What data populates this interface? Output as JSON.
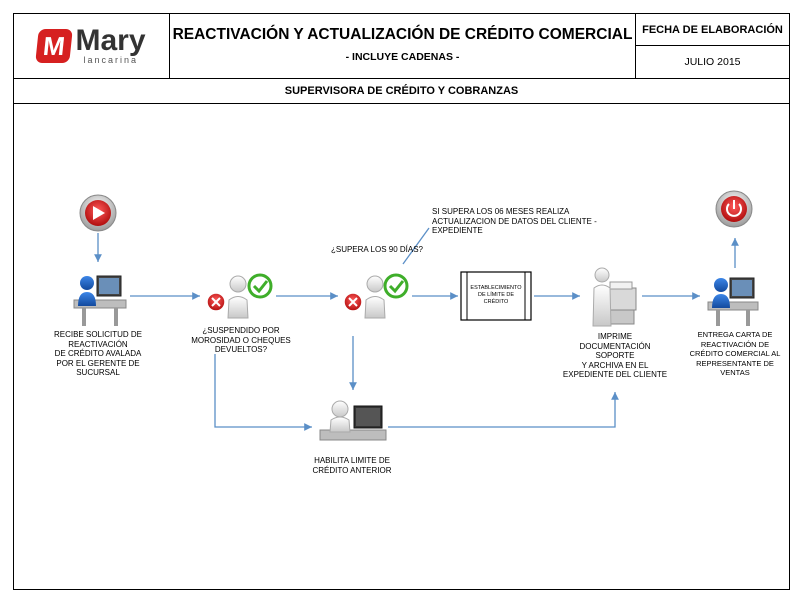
{
  "header": {
    "logo_letter": "M",
    "logo_word": "Mary",
    "logo_sub": "lancarina",
    "title": "REACTIVACIÓN  Y ACTUALIZACIÓN  DE CRÉDITO COMERCIAL",
    "subtitle": "- INCLUYE CADENAS -",
    "date_label": "FECHA DE ELABORACIÓN",
    "date_value": "JULIO 2015",
    "section": "SUPERVISORA DE CRÉDITO Y COBRANZAS"
  },
  "flow": {
    "step1": "RECIBE SOLICITUD DE\nREACTIVACIÓN\nDE CRÉDITO AVALADA\nPOR EL GERENTE DE\nSUCURSAL",
    "decision1": "¿SUSPENDIDO POR\nMOROSIDAD O CHEQUES\nDEVUELTOS?",
    "decision2": "¿SUPERA LOS 90 DÍAS?",
    "note": "SI SUPERA LOS 06 MESES REALIZA\nACTUALIZACION DE DATOS DEL CLIENTE -\nEXPEDIENTE",
    "process": "ESTABLECIMIENTO\nDE LÍMITE DE\nCRÉDITO",
    "step_print": "IMPRIME\nDOCUMENTACIÓN\nSOPORTE\nY ARCHIVA EN EL\nEXPEDIENTE DEL CLIENTE",
    "step_deliver": "ENTREGA CARTA DE\nREACTIVACIÓN DE\nCRÉDITO COMERCIAL AL\nREPRESENTANTE DE\nVENTAS",
    "step_habilita": "HABILITA LIMITE DE\nCRÉDITO ANTERIOR"
  },
  "colors": {
    "arrow": "#5b8fc7",
    "start": "#d01f1f",
    "check": "#3fae2a",
    "cross": "#d93030",
    "person": "#1e62c8"
  }
}
